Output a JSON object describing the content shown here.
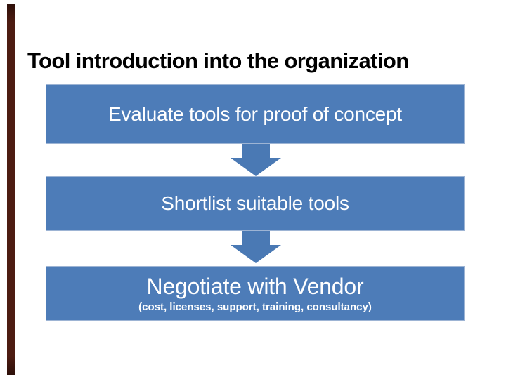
{
  "slide": {
    "title": "Tool introduction into the organization",
    "flow": {
      "steps": [
        {
          "label": "Evaluate tools for proof of concept"
        },
        {
          "label": "Shortlist suitable tools"
        },
        {
          "label": "Negotiate with Vendor",
          "sublabel": "(cost, licenses, support, training, consultancy)"
        }
      ]
    },
    "colors": {
      "background": "#ffffff",
      "title_color": "#000000",
      "box_fill": "#4d7cb8",
      "box_border": "#9db4d4",
      "box_text_color": "#ffffff",
      "arrow_fill": "#4a79b4",
      "left_bar_color": "#4d1c12"
    }
  }
}
